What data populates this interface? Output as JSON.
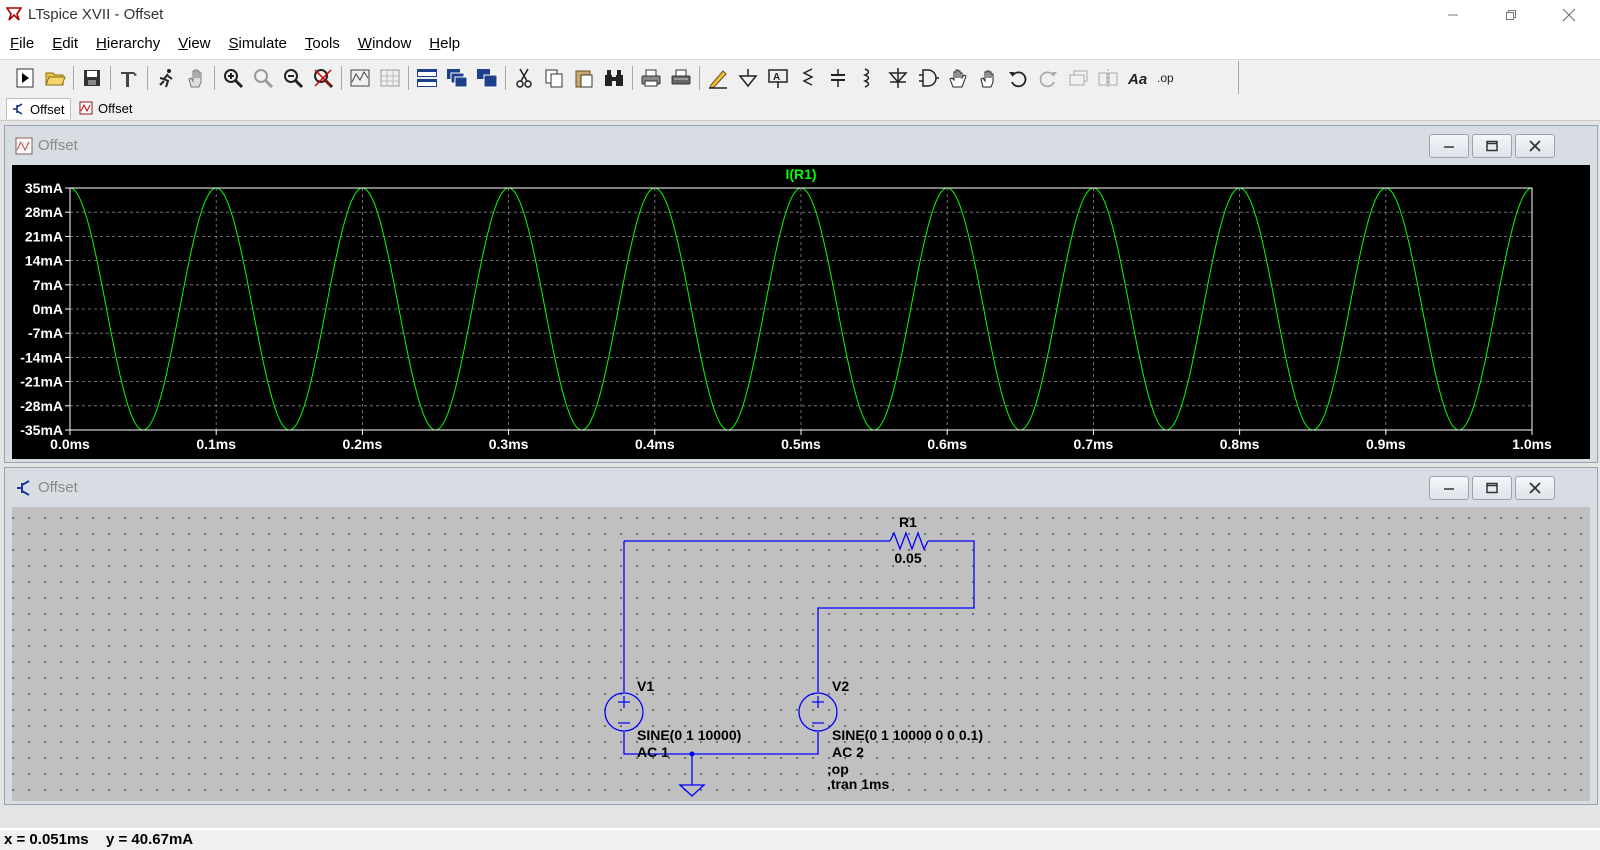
{
  "window": {
    "title": "LTspice XVII - Offset"
  },
  "menu": [
    {
      "label": "File",
      "u": "F",
      "rest": "ile"
    },
    {
      "label": "Edit",
      "u": "E",
      "rest": "dit"
    },
    {
      "label": "Hierarchy",
      "u": "H",
      "rest": "ierarchy"
    },
    {
      "label": "View",
      "u": "V",
      "rest": "iew"
    },
    {
      "label": "Simulate",
      "u": "S",
      "rest": "imulate"
    },
    {
      "label": "Tools",
      "u": "T",
      "rest": "ools"
    },
    {
      "label": "Window",
      "u": "W",
      "rest": "indow"
    },
    {
      "label": "Help",
      "u": "H",
      "rest": "elp"
    }
  ],
  "tabs": [
    {
      "label": "Offset",
      "icon": "schematic-icon",
      "active": true
    },
    {
      "label": "Offset",
      "icon": "waveform-icon",
      "active": false
    }
  ],
  "plot_window": {
    "title": "Offset"
  },
  "schematic_window": {
    "title": "Offset"
  },
  "chart_data": {
    "type": "line",
    "title": "I(R1)",
    "title_color": "#00ff00",
    "series": [
      {
        "name": "I(R1)",
        "color": "#00ff00",
        "amplitude_mA": 35,
        "frequency_hz": 10000,
        "function": "cos",
        "phase_deg": 0
      }
    ],
    "xlabel": "",
    "ylabel": "",
    "x_ticks": [
      "0.0ms",
      "0.1ms",
      "0.2ms",
      "0.3ms",
      "0.4ms",
      "0.5ms",
      "0.6ms",
      "0.7ms",
      "0.8ms",
      "0.9ms",
      "1.0ms"
    ],
    "y_ticks": [
      "35mA",
      "28mA",
      "21mA",
      "14mA",
      "7mA",
      "0mA",
      "-7mA",
      "-14mA",
      "-21mA",
      "-28mA",
      "-35mA"
    ],
    "xlim_ms": [
      0,
      1.0
    ],
    "ylim_mA": [
      -35,
      35
    ],
    "grid": true,
    "background": "#000000"
  },
  "schematic": {
    "components": {
      "r1": {
        "name": "R1",
        "value": "0.05"
      },
      "v1": {
        "name": "V1",
        "value": "SINE(0 1 10000)",
        "ac": "AC 1"
      },
      "v2": {
        "name": "V2",
        "value": "SINE(0 1 10000 0 0 0.1)",
        "ac": "AC 2"
      }
    },
    "directives": [
      ";op",
      ".tran 1ms"
    ],
    "wire_color": "#0000ff"
  },
  "status": {
    "x": "x = 0.051ms",
    "y": "y = 40.67mA"
  }
}
